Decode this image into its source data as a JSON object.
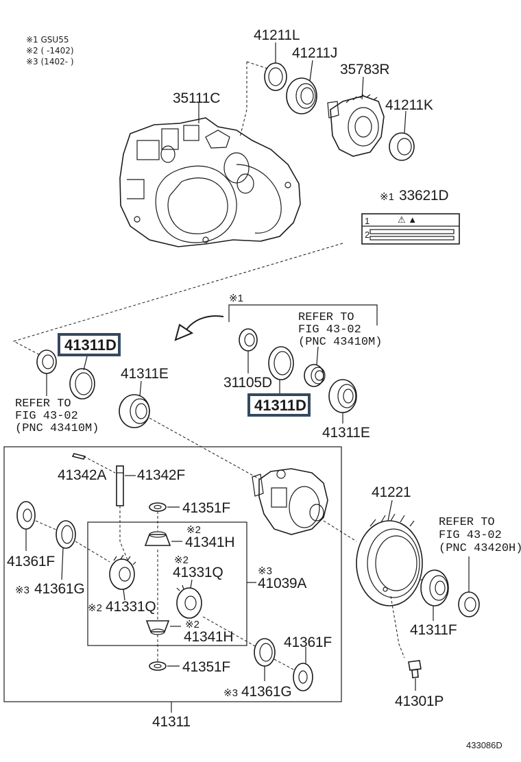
{
  "colors": {
    "ink": "#1a1a1a",
    "highlight_border": "#34495e",
    "background": "#ffffff"
  },
  "notes": {
    "n1": "※1 GSU55",
    "n2": "※2 (     -1402)",
    "n3": "※3 (1402-     )"
  },
  "labels": {
    "p41211L": "41211L",
    "p41211J": "41211J",
    "p35783R": "35783R",
    "p35111C": "35111C",
    "p41211K": "41211K",
    "p33621D": "33621D",
    "p33621D_mark": "※1",
    "mark_group": "※1",
    "p41311D_left": "41311D",
    "p41311D_center": "41311D",
    "p31105D": "31105D",
    "p41311E_left": "41311E",
    "p41311E_right": "41311E",
    "p41342A": "41342A",
    "p41342F": "41342F",
    "p41351F_top": "41351F",
    "p41341H_top": "41341H",
    "p41341H_top_mark": "※2",
    "p41331Q_right": "41331Q",
    "p41331Q_right_mark": "※2",
    "p41039A": "41039A",
    "p41039A_mark": "※3",
    "p41361F_left": "41361F",
    "p41361G_left": "41361G",
    "p41361G_left_mark": "※3",
    "p41331Q_left": "41331Q",
    "p41331Q_left_mark": "※2",
    "p41341H_bottom": "41341H",
    "p41341H_bottom_mark": "※2",
    "p41351F_bottom": "41351F",
    "p41361F_right": "41361F",
    "p41361G_right": "41361G",
    "p41361G_right_mark": "※3",
    "p41311": "41311",
    "p41221": "41221",
    "p41311F": "41311F",
    "p41301P": "41301P"
  },
  "refs": {
    "ref_top": [
      "REFER TO",
      "FIG 43-02",
      "(PNC 43410M)"
    ],
    "ref_left": [
      "REFER TO",
      "FIG 43-02",
      "(PNC 43410M)"
    ],
    "ref_right": [
      "REFER TO",
      "FIG 43-02",
      "(PNC 43420H)"
    ]
  },
  "figure_code": "433086D",
  "icons": {
    "direction_arrow": "curved-arrow-icon",
    "label_plate": "caution-label-icon"
  }
}
